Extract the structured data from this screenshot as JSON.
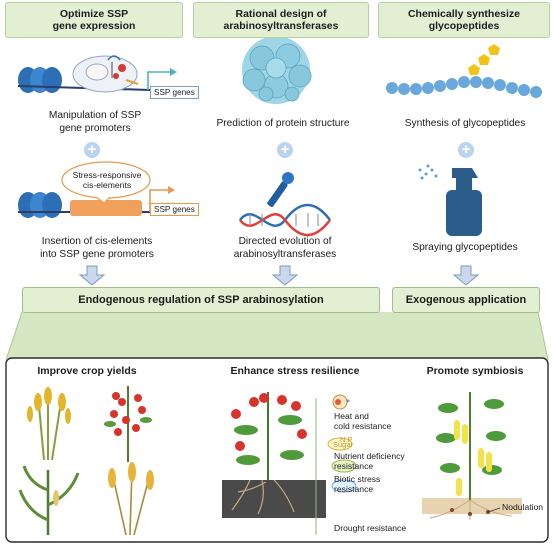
{
  "headers": {
    "col1": "Optimize SSP\ngene expression",
    "col2": "Rational design of\narabinosyltransferases",
    "col3": "Chemically synthesize\nglycopeptides"
  },
  "captions": {
    "manipulation": "Manipulation of SSP\ngene promoters",
    "prediction": "Prediction of protein structure",
    "synthesis": "Synthesis of glycopeptides",
    "insertion": "Insertion of cis-elements\ninto SSP gene promoters",
    "evolution": "Directed evolution of\narabinosyltransferases",
    "spraying": "Spraying glycopeptides"
  },
  "tags": {
    "ssp_genes_top": "SSP genes",
    "ssp_genes_mid": "SSP genes",
    "bubble": "Stress-responsive\ncis-elements"
  },
  "plus_symbol": "+",
  "bars": {
    "endogenous": "Endogenous regulation of SSP arabinosylation",
    "exogenous": "Exogenous application"
  },
  "bottom": {
    "crop_yields": "Improve crop yields",
    "stress": "Enhance stress resilience",
    "symbiosis": "Promote symbiosis",
    "heat": "Heat and\ncold resistance",
    "nutrient": "Nutrient deficiency\nresistance",
    "biotic": "Biotic stress\nresistance",
    "drought": "Drought resistance",
    "nodulation": "Nodulation",
    "sugar_text": "Sugar",
    "nutrient_symbols": "N  P"
  },
  "colors": {
    "header_fill": "#e3efd3",
    "plus_fill": "#bcd3ee",
    "arrow_fill": "#c9d8ea",
    "promoter_orange": "#f0a05a",
    "dna_blue": "#2d6fb5",
    "bead_blue": "#6aa8dc",
    "sugar_yellow": "#f2c418"
  }
}
